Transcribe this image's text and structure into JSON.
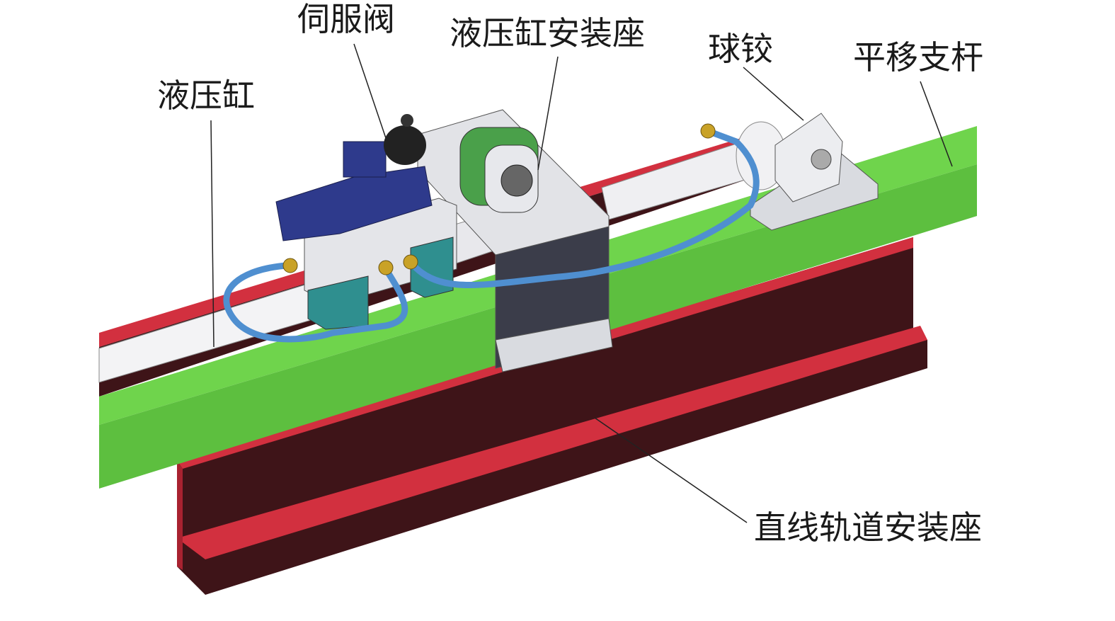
{
  "labels": {
    "servo_valve": "伺服阀",
    "cylinder_mount": "液压缸安装座",
    "ball_joint": "球铰",
    "translation_rod": "平移支杆",
    "hydraulic_cylinder": "液压缸",
    "linear_rail_mount": "直线轨道安装座"
  },
  "colors": {
    "rail_green": "#5dbf3f",
    "rail_green_top": "#6fd44c",
    "base_red": "#d2303f",
    "base_maroon": "#3e1418",
    "hose_blue": "#4f8fd0",
    "valve_blue": "#2e3a8c",
    "metal": "#d9dbe0"
  }
}
